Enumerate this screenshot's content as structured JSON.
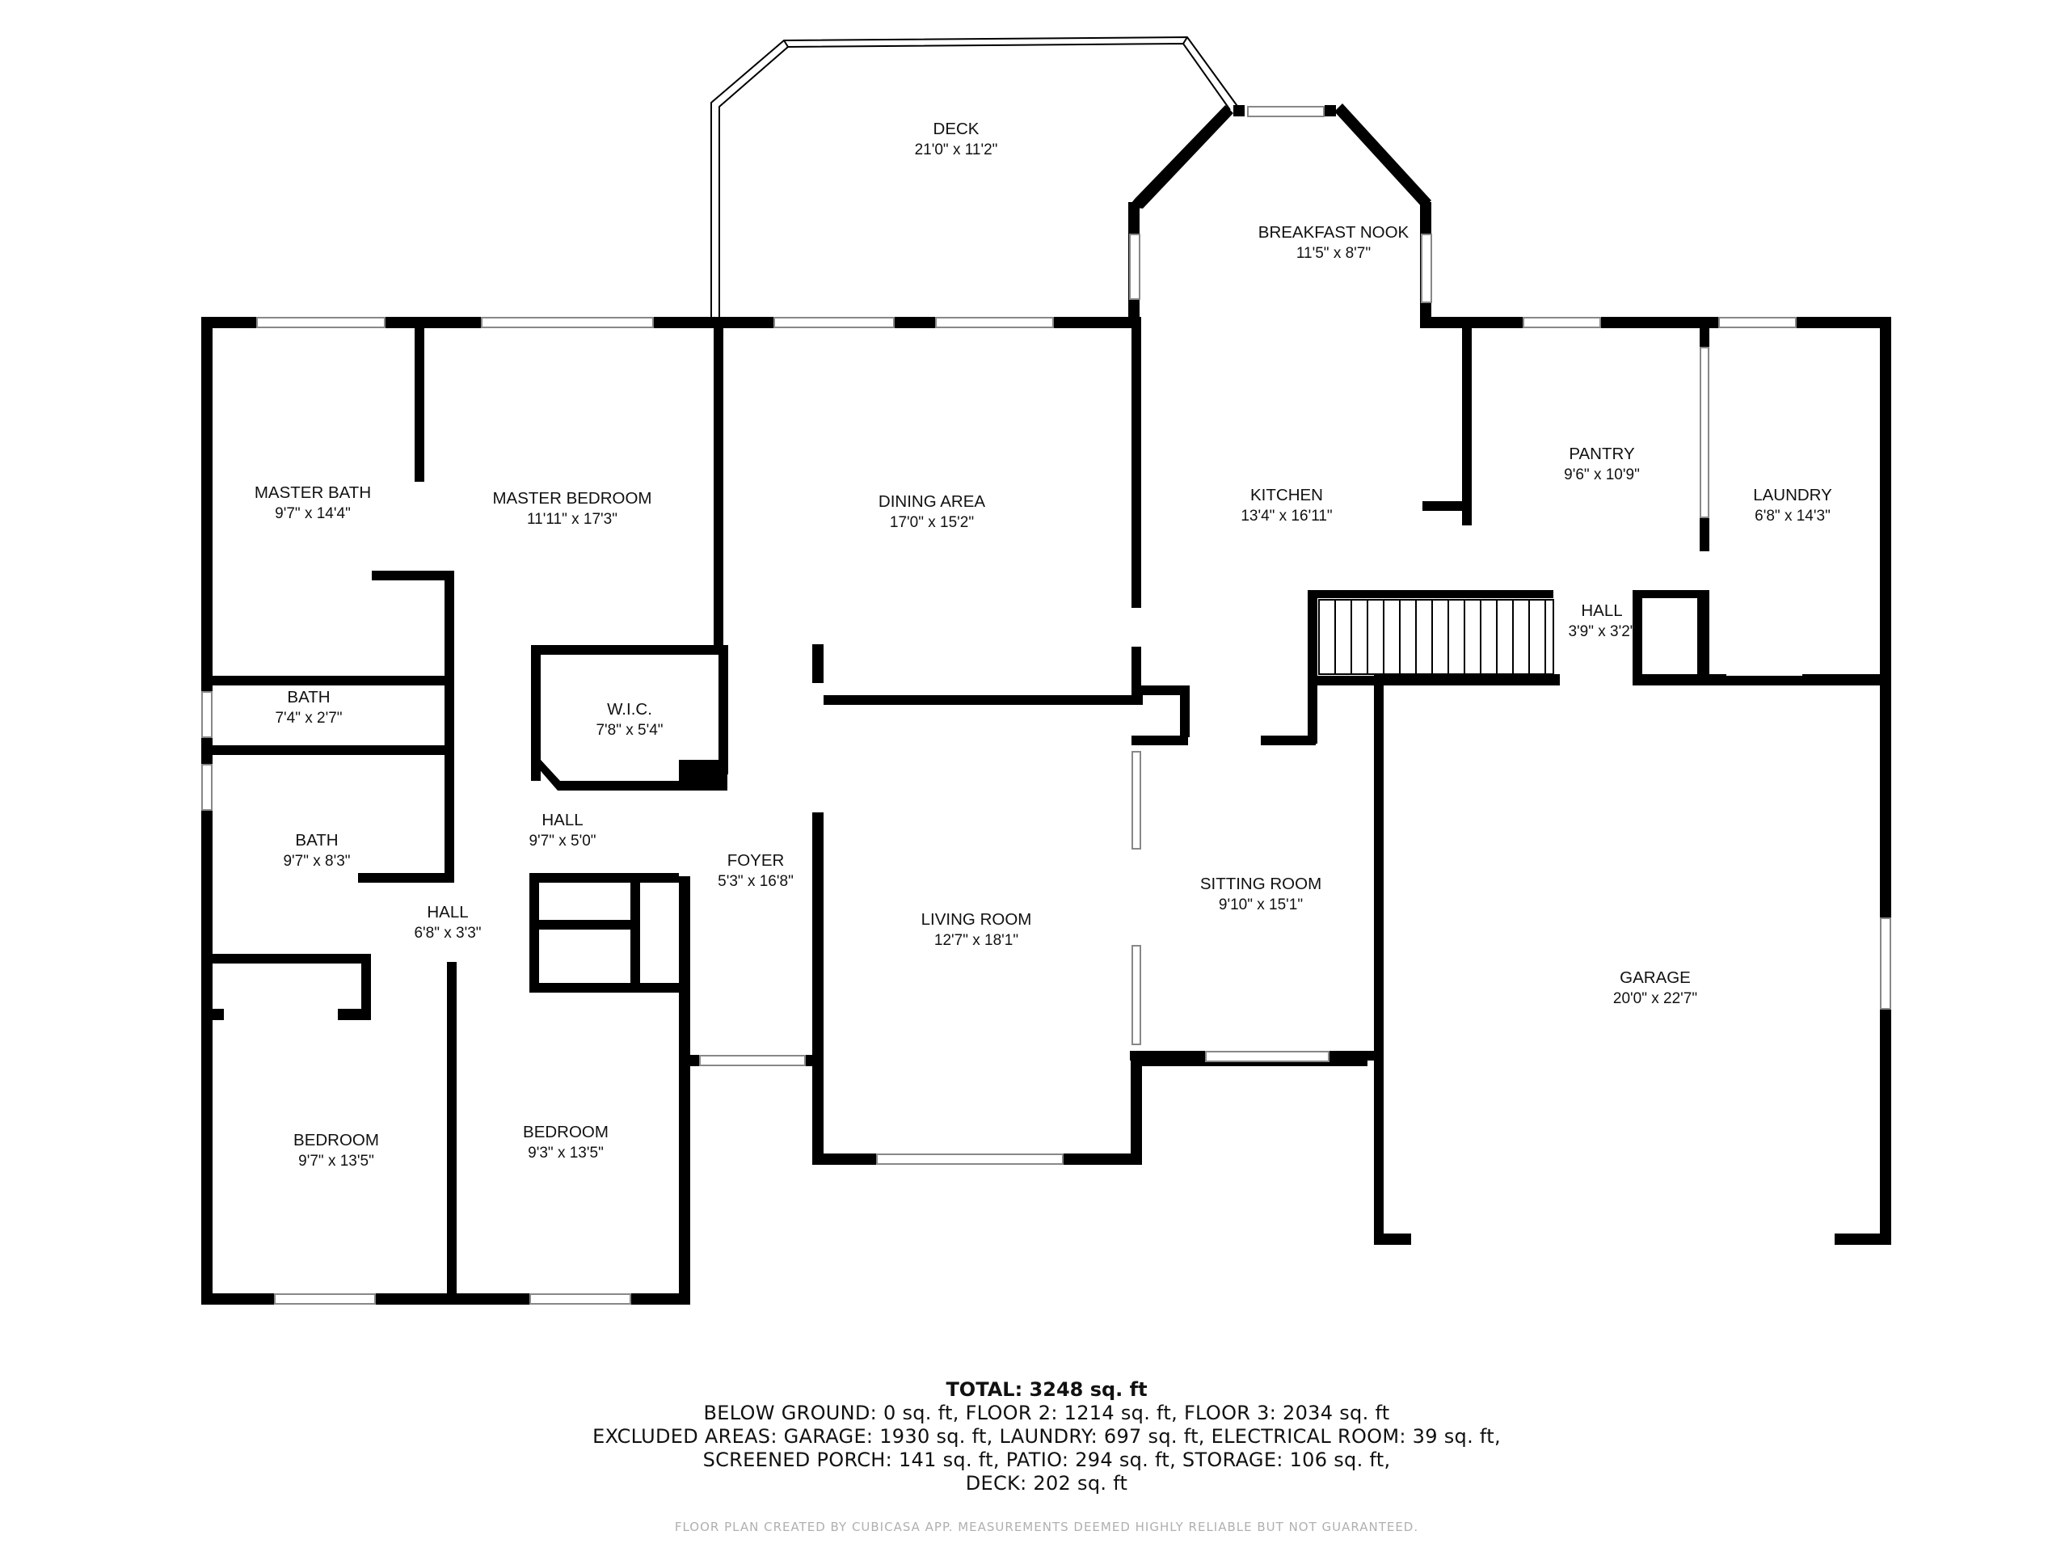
{
  "rooms": {
    "deck": {
      "name": "DECK",
      "dim": "21'0\" x 11'2\""
    },
    "breakfast_nook": {
      "name": "BREAKFAST NOOK",
      "dim": "11'5\" x 8'7\""
    },
    "master_bath": {
      "name": "MASTER BATH",
      "dim": "9'7\" x 14'4\""
    },
    "master_bedroom": {
      "name": "MASTER BEDROOM",
      "dim": "11'11\" x 17'3\""
    },
    "dining_area": {
      "name": "DINING AREA",
      "dim": "17'0\" x 15'2\""
    },
    "kitchen": {
      "name": "KITCHEN",
      "dim": "13'4\" x 16'11\""
    },
    "pantry": {
      "name": "PANTRY",
      "dim": "9'6\" x 10'9\""
    },
    "laundry": {
      "name": "LAUNDRY",
      "dim": "6'8\" x 14'3\""
    },
    "hall_top": {
      "name": "HALL",
      "dim": "3'9\" x 3'2\""
    },
    "bath_small": {
      "name": "BATH",
      "dim": "7'4\" x 2'7\""
    },
    "wic": {
      "name": "W.I.C.",
      "dim": "7'8\" x 5'4\""
    },
    "bath": {
      "name": "BATH",
      "dim": "9'7\" x 8'3\""
    },
    "hall_mid": {
      "name": "HALL",
      "dim": "9'7\" x 5'0\""
    },
    "foyer": {
      "name": "FOYER",
      "dim": "5'3\" x 16'8\""
    },
    "hall_small": {
      "name": "HALL",
      "dim": "6'8\" x 3'3\""
    },
    "living_room": {
      "name": "LIVING ROOM",
      "dim": "12'7\" x 18'1\""
    },
    "sitting_room": {
      "name": "SITTING ROOM",
      "dim": "9'10\" x 15'1\""
    },
    "garage": {
      "name": "GARAGE",
      "dim": "20'0\" x 22'7\""
    },
    "bedroom_left": {
      "name": "BEDROOM",
      "dim": "9'7\" x 13'5\""
    },
    "bedroom_right": {
      "name": "BEDROOM",
      "dim": "9'3\" x 13'5\""
    }
  },
  "summary": {
    "total": "TOTAL: 3248 sq. ft",
    "line1": "BELOW GROUND: 0 sq. ft, FLOOR 2: 1214 sq. ft, FLOOR 3: 2034 sq. ft",
    "line2": "EXCLUDED AREAS: GARAGE: 1930 sq. ft, LAUNDRY: 697 sq. ft, ELECTRICAL ROOM: 39 sq. ft,",
    "line3": "SCREENED PORCH: 141 sq. ft, PATIO: 294 sq. ft, STORAGE: 106 sq. ft,",
    "line4": "DECK: 202 sq. ft"
  },
  "disclaimer": "FLOOR PLAN CREATED BY CUBICASA APP. MEASUREMENTS DEEMED HIGHLY RELIABLE BUT NOT GUARANTEED.",
  "colors": {
    "wall": "#000000",
    "window": "#9a9a9a",
    "text": "#111111",
    "disclaimer": "#b0b0b0"
  }
}
